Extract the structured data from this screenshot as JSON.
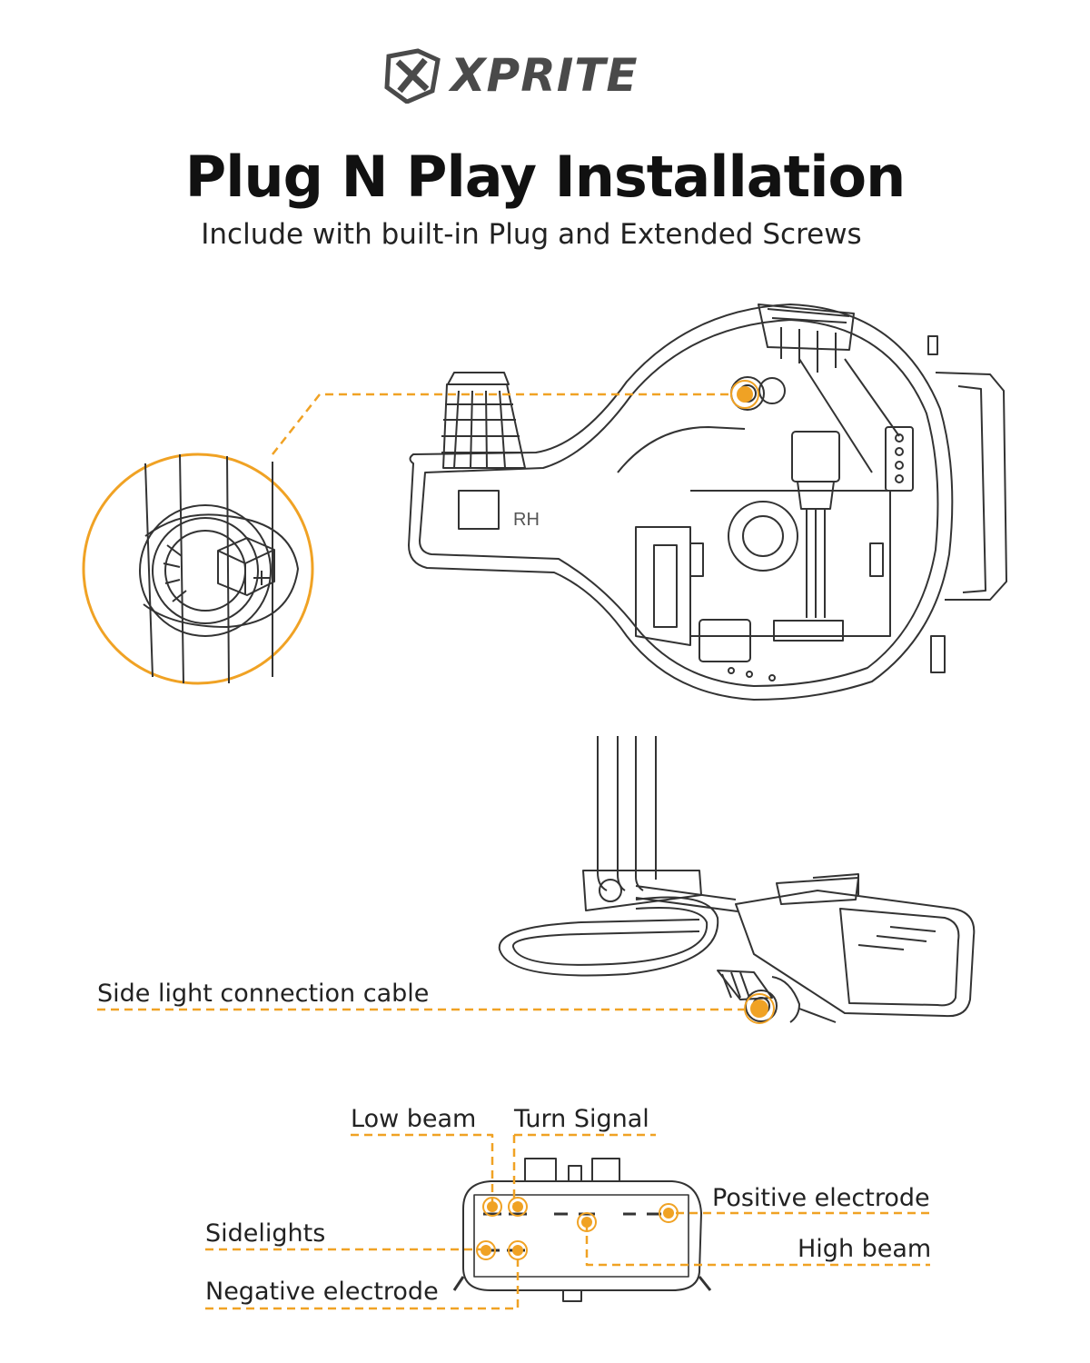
{
  "brand": {
    "name": "XPRITE",
    "logo_icon": "xprite-shield-icon"
  },
  "header": {
    "title": "Plug N Play Installation",
    "subtitle": "Include with built-in Plug and Extended Screws"
  },
  "housing": {
    "embossed_text": "RH"
  },
  "callouts": {
    "cable": "Side light connection cable",
    "low_beam": "Low beam",
    "turn_signal": "Turn Signal",
    "positive_electrode": "Positive electrode",
    "sidelights": "Sidelights",
    "high_beam": "High beam",
    "negative_electrode": "Negative electrode"
  },
  "colors": {
    "accent": "#F0A224",
    "line": "#333333",
    "text": "#222222"
  }
}
